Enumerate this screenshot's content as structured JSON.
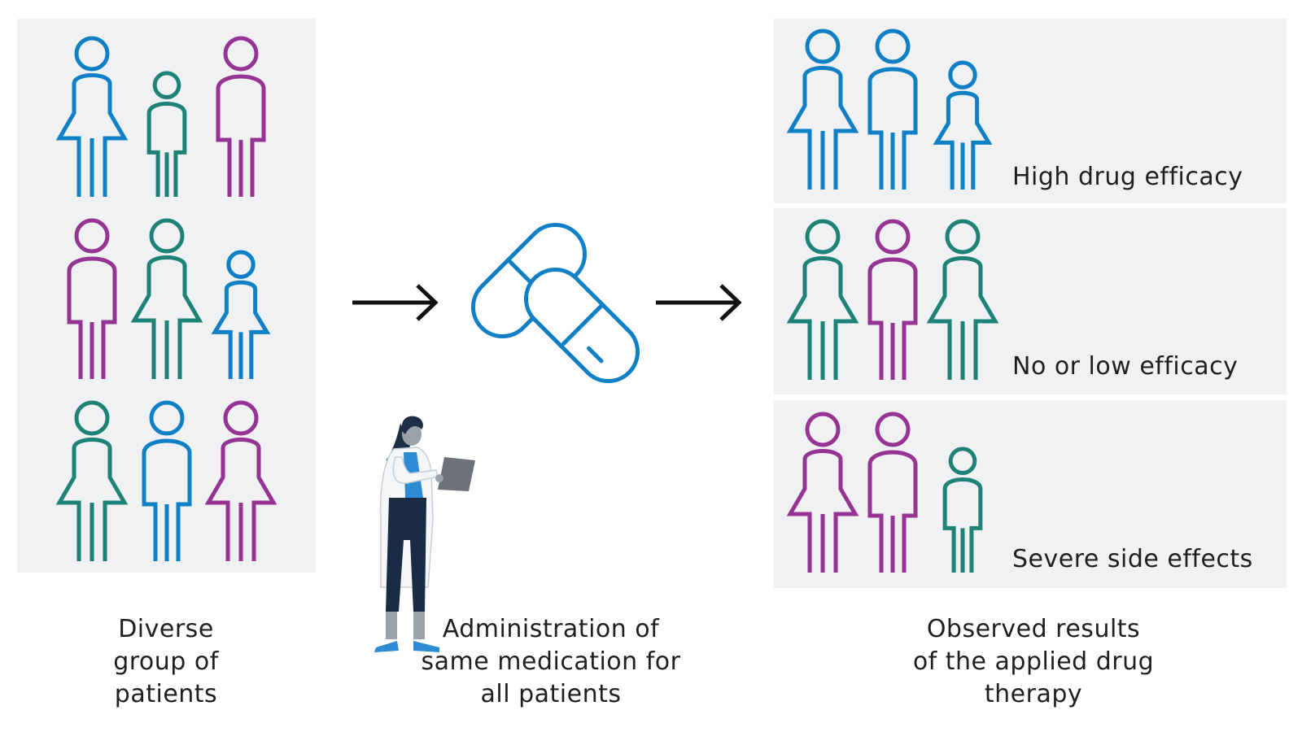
{
  "colors": {
    "blue": "#0f7fc6",
    "green": "#1e8277",
    "purple": "#963494",
    "panel_bg": "#eff1f3",
    "text": "#1f1f1f"
  },
  "patients": {
    "figures": [
      {
        "type": "woman",
        "color": "blue"
      },
      {
        "type": "child",
        "color": "green"
      },
      {
        "type": "man",
        "color": "purple"
      },
      {
        "type": "man",
        "color": "purple"
      },
      {
        "type": "woman",
        "color": "green"
      },
      {
        "type": "girl",
        "color": "blue"
      },
      {
        "type": "woman",
        "color": "green"
      },
      {
        "type": "man",
        "color": "blue"
      },
      {
        "type": "woman",
        "color": "purple"
      }
    ]
  },
  "results": [
    {
      "label": "High drug efficacy",
      "figures": [
        {
          "type": "woman",
          "color": "blue"
        },
        {
          "type": "man",
          "color": "blue"
        },
        {
          "type": "girl",
          "color": "blue"
        }
      ]
    },
    {
      "label": "No or low efficacy",
      "figures": [
        {
          "type": "woman",
          "color": "green"
        },
        {
          "type": "man",
          "color": "purple"
        },
        {
          "type": "woman",
          "color": "green"
        }
      ]
    },
    {
      "label": "Severe side effects",
      "figures": [
        {
          "type": "woman",
          "color": "purple"
        },
        {
          "type": "man",
          "color": "purple"
        },
        {
          "type": "child",
          "color": "green"
        }
      ]
    }
  ],
  "captions": {
    "patients": [
      "Diverse",
      "group of",
      "patients"
    ],
    "administration": [
      "Administration of",
      "same medication for",
      "all patients"
    ],
    "results": [
      "Observed results",
      "of the applied drug",
      "therapy"
    ]
  },
  "icons": {
    "arrow_1": "arrow-right-icon",
    "arrow_2": "arrow-right-icon",
    "medication": "pill-capsules-icon",
    "doctor": "doctor-with-tablet-icon"
  }
}
